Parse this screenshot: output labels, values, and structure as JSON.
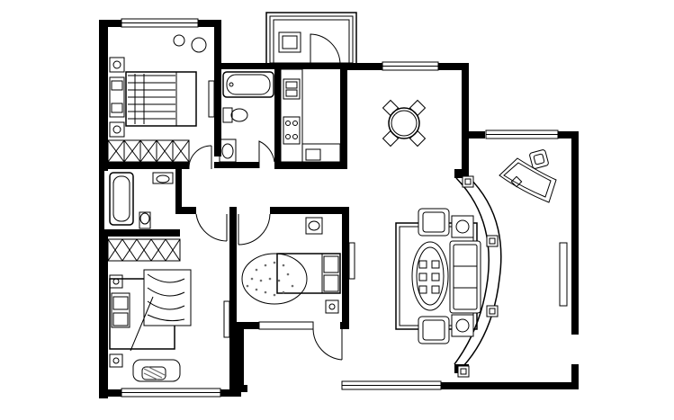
{
  "plan": {
    "type": "floor-plan",
    "labels": [],
    "rooms": [
      {
        "key": "master-bedroom",
        "fixtures": [
          "bed",
          "nightstands",
          "wardrobe",
          "round-table"
        ]
      },
      {
        "key": "bathroom-upper",
        "fixtures": [
          "bathtub",
          "toilet",
          "sink"
        ]
      },
      {
        "key": "kitchen",
        "fixtures": [
          "sink",
          "stove",
          "counter"
        ]
      },
      {
        "key": "balcony-utility",
        "fixtures": [
          "washbasin"
        ]
      },
      {
        "key": "dining",
        "fixtures": [
          "round-table",
          "chairs"
        ]
      },
      {
        "key": "study",
        "fixtures": [
          "desk",
          "chair"
        ]
      },
      {
        "key": "bathroom-lower",
        "fixtures": [
          "bathtub",
          "toilet",
          "sink"
        ]
      },
      {
        "key": "bedroom-lower-left",
        "fixtures": [
          "bed",
          "nightstands",
          "wardrobe",
          "armchair"
        ]
      },
      {
        "key": "bedroom-middle",
        "fixtures": [
          "bed",
          "rug",
          "stool"
        ]
      },
      {
        "key": "living-room",
        "fixtures": [
          "sofa-set",
          "coffee-table",
          "rug",
          "side-tables"
        ]
      }
    ]
  }
}
